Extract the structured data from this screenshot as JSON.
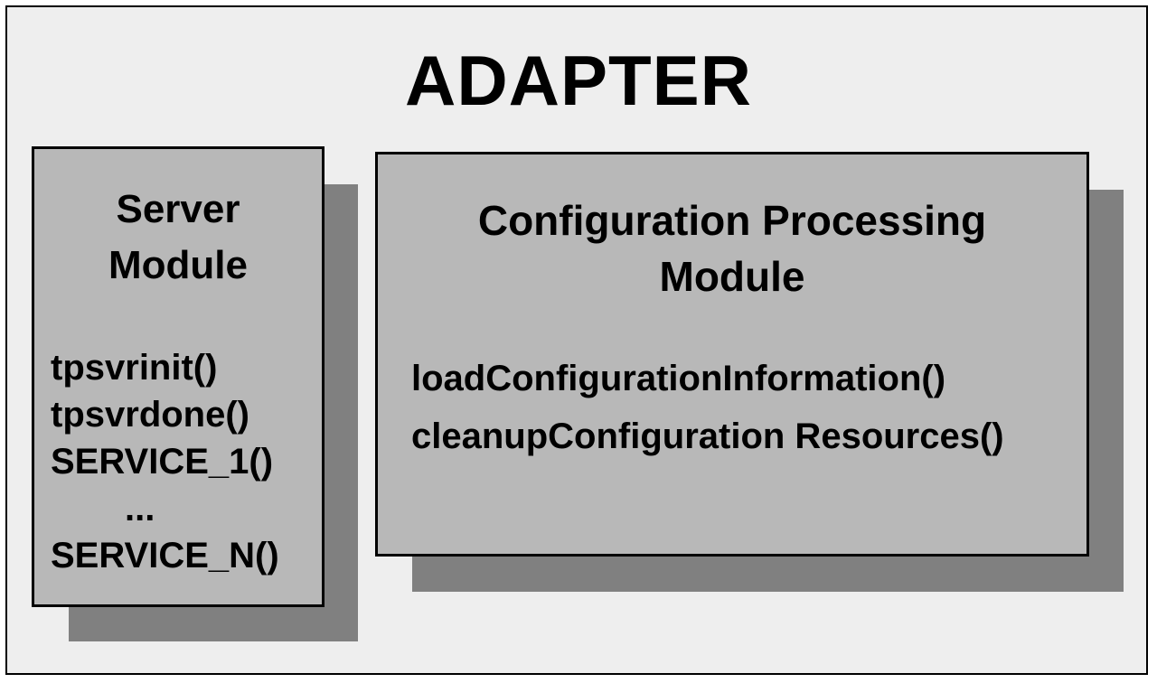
{
  "diagram": {
    "title": "ADAPTER",
    "server_module": {
      "title_lines": [
        "Server",
        "Module"
      ],
      "functions": [
        "tpsvrinit()",
        "tpsvrdone()",
        "SERVICE_1()",
        "...",
        "SERVICE_N()"
      ]
    },
    "config_module": {
      "title_lines": [
        "Configuration Processing",
        "Module"
      ],
      "functions": [
        "loadConfigurationInformation()",
        "cleanupConfiguration Resources()"
      ]
    }
  },
  "colors": {
    "background": "#eeeeee",
    "box_fill": "#b8b8b8",
    "shadow": "#808080",
    "border": "#000000"
  }
}
